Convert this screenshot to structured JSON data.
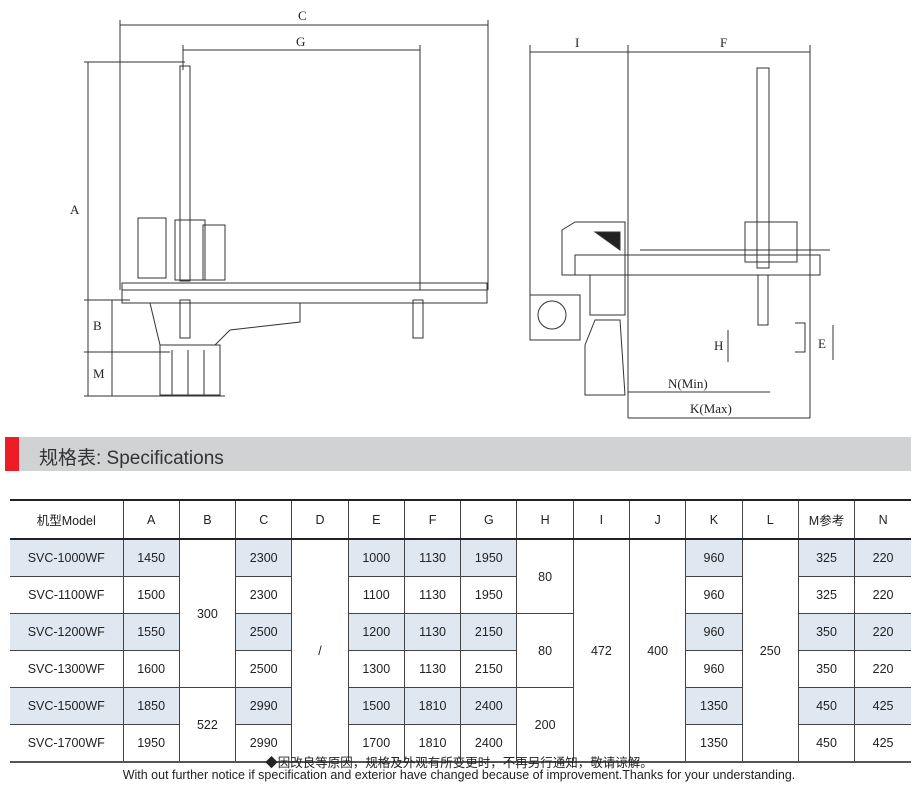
{
  "drawing": {
    "left_labels": {
      "C": "C",
      "G": "G",
      "A": "A",
      "B": "B",
      "M": "M"
    },
    "right_labels": {
      "I": "I",
      "F": "F",
      "H": "H",
      "E": "E",
      "N": "N(Min)",
      "K": "K(Max)"
    }
  },
  "section_title": "规格表: Specifications",
  "table": {
    "headers": [
      "机型Model",
      "A",
      "B",
      "C",
      "D",
      "E",
      "F",
      "G",
      "H",
      "I",
      "J",
      "K",
      "L",
      "M参考",
      "N"
    ],
    "rows": [
      {
        "model": "SVC-1000WF",
        "A": "1450",
        "C": "2300",
        "E": "1000",
        "F": "1130",
        "G": "1950",
        "K": "960",
        "M": "325",
        "N": "220"
      },
      {
        "model": "SVC-1100WF",
        "A": "1500",
        "C": "2300",
        "E": "1100",
        "F": "1130",
        "G": "1950",
        "K": "960",
        "M": "325",
        "N": "220"
      },
      {
        "model": "SVC-1200WF",
        "A": "1550",
        "C": "2500",
        "E": "1200",
        "F": "1130",
        "G": "2150",
        "K": "960",
        "M": "350",
        "N": "220"
      },
      {
        "model": "SVC-1300WF",
        "A": "1600",
        "C": "2500",
        "E": "1300",
        "F": "1130",
        "G": "2150",
        "K": "960",
        "M": "350",
        "N": "220"
      },
      {
        "model": "SVC-1500WF",
        "A": "1850",
        "C": "2990",
        "E": "1500",
        "F": "1810",
        "G": "2400",
        "K": "1350",
        "M": "450",
        "N": "425"
      },
      {
        "model": "SVC-1700WF",
        "A": "1950",
        "C": "2990",
        "E": "1700",
        "F": "1810",
        "G": "2400",
        "K": "1350",
        "M": "450",
        "N": "425"
      }
    ],
    "merged": {
      "B1": "300",
      "B2": "522",
      "D": "/",
      "H1": "80",
      "H2": "80",
      "H3": "200",
      "I": "472",
      "J": "400",
      "L": "250"
    }
  },
  "notes": {
    "cn": "◆因改良等原因，规格及外观有所变更时，不再另行通知，敬请谅解。",
    "en": "With out further notice if specification and exterior have changed because of improvement.Thanks for your understanding."
  }
}
